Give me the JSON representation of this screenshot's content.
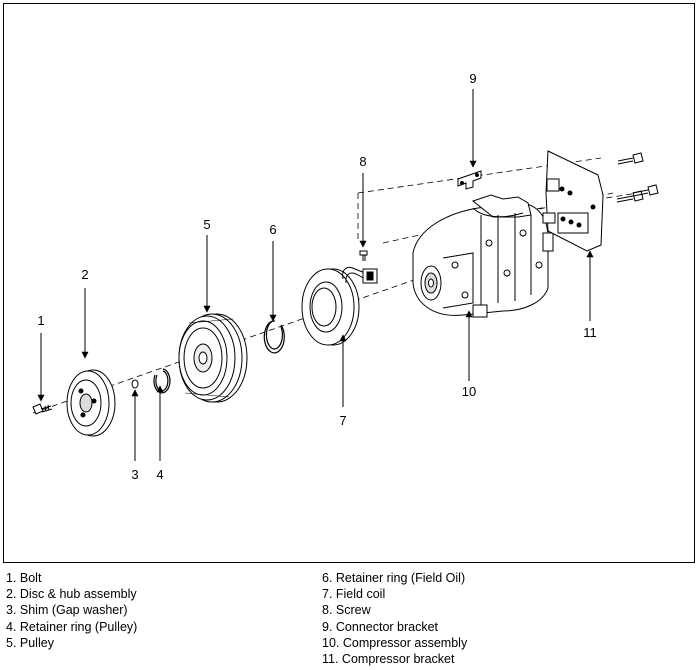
{
  "callouts": [
    "1",
    "2",
    "3",
    "4",
    "5",
    "6",
    "7",
    "8",
    "9",
    "10",
    "11"
  ],
  "legend": {
    "left": [
      "1. Bolt",
      "2. Disc & hub assembly",
      "3. Shim (Gap washer)",
      "4. Retainer ring (Pulley)",
      "5. Pulley"
    ],
    "right": [
      "6. Retainer ring (Field Oil)",
      "7. Field coil",
      "8. Screw",
      "9. Connector bracket",
      "10. Compressor assembly",
      "11. Compressor bracket"
    ]
  }
}
